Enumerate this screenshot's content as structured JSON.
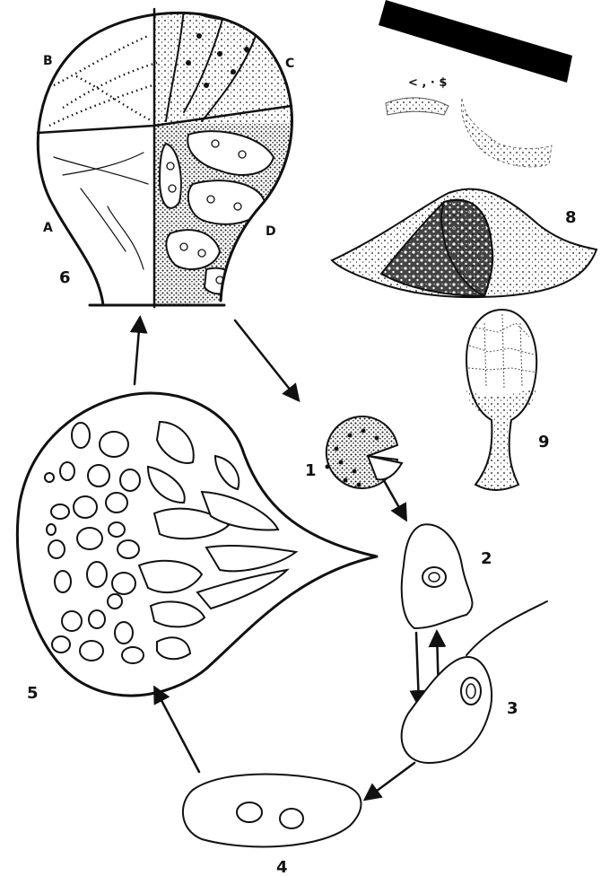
{
  "figure": {
    "labels": {
      "one": "1",
      "two": "2",
      "three": "3",
      "four": "4",
      "five": "5",
      "six": "6",
      "eight": "8",
      "nine": "9",
      "a": "A",
      "b": "B",
      "c": "C",
      "d": "D"
    },
    "stamp": {
      "text": "< , · $"
    },
    "colors": {
      "ink": "#111111",
      "paper": "#ffffff"
    }
  }
}
